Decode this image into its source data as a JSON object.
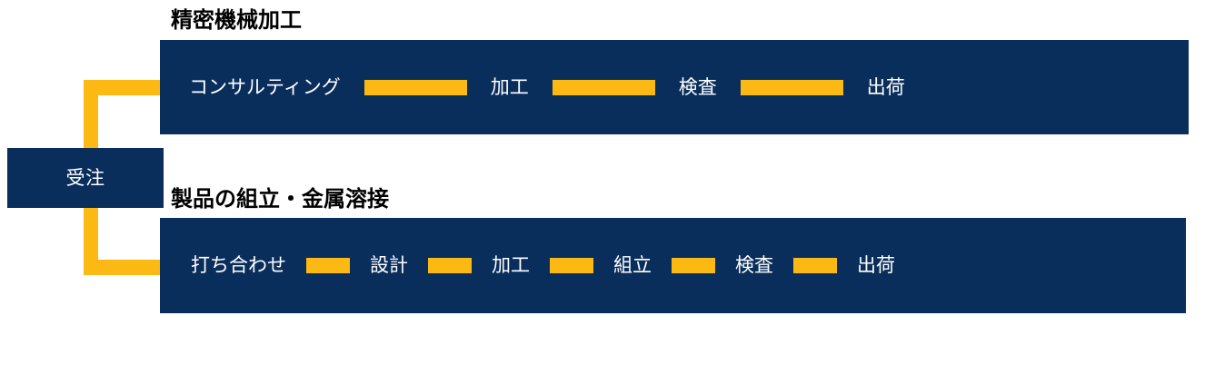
{
  "colors": {
    "navy": "#0a2e5c",
    "amber": "#fdb913",
    "text_on_navy": "#ffffff",
    "title_text": "#000000",
    "title_ghost": "#ffffff",
    "page_background": "#ffffff"
  },
  "diagram": {
    "type": "process-flow",
    "entry": {
      "label": "受注",
      "icon": "order-box"
    },
    "branches": [
      {
        "id": "precision-machining",
        "title": "精密機械加工",
        "connector_icon": "elbow-arrow-up-icon",
        "arrow_style": "wide",
        "steps": [
          {
            "label": "コンサルティング"
          },
          {
            "label": "加工"
          },
          {
            "label": "検査"
          },
          {
            "label": "出荷"
          }
        ]
      },
      {
        "id": "assembly-welding",
        "title": "製品の組立・金属溶接",
        "connector_icon": "elbow-arrow-down-icon",
        "arrow_style": "narrow",
        "steps": [
          {
            "label": "打ち合わせ"
          },
          {
            "label": "設計"
          },
          {
            "label": "加工"
          },
          {
            "label": "組立"
          },
          {
            "label": "検査"
          },
          {
            "label": "出荷"
          }
        ]
      }
    ]
  }
}
